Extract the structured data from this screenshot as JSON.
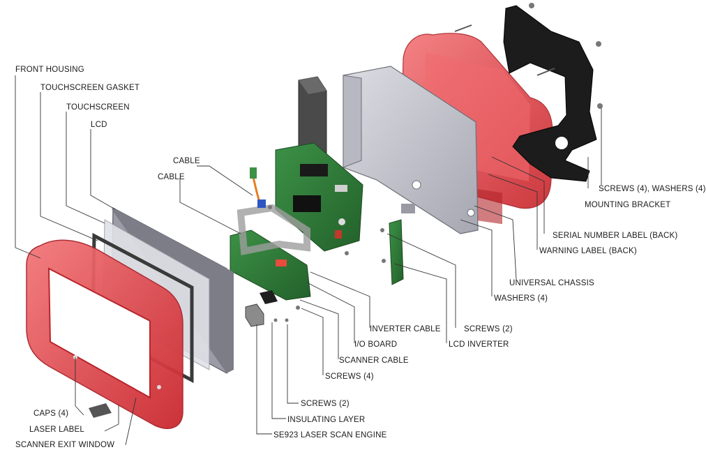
{
  "labels": {
    "front_housing": "FRONT HOUSING",
    "touchscreen_gasket": "TOUCHSCREEN GASKET",
    "touchscreen": "TOUCHSCREEN",
    "lcd": "LCD",
    "cable_1": "CABLE",
    "cable_2": "CABLE",
    "caps": "CAPS (4)",
    "laser_label": "LASER LABEL",
    "scanner_exit_window": "SCANNER EXIT WINDOW",
    "screws_washers": "SCREWS (4), WASHERS (4)",
    "mounting_bracket": "MOUNTING BRACKET",
    "serial_number_label": "SERIAL NUMBER LABEL (BACK)",
    "warning_label": "WARNING LABEL (BACK)",
    "universal_chassis": "UNIVERSAL CHASSIS",
    "washers": "WASHERS (4)",
    "screws_2_inverter": "SCREWS (2)",
    "lcd_inverter": "LCD INVERTER",
    "inverter_cable": "INVERTER CABLE",
    "io_board": "I/O BOARD",
    "scanner_cable": "SCANNER CABLE",
    "screws_4_board": "SCREWS (4)",
    "screws_2_engine": "SCREWS (2)",
    "insulating_layer": "INSULATING LAYER",
    "scan_engine": "SE923 LASER SCAN ENGINE"
  },
  "colors": {
    "housing_red": "#e8454a",
    "housing_red_dark": "#b8252b",
    "chassis_gray": "#c9c9d2",
    "bracket_black": "#1c1c1c",
    "pcb_green": "#2f7a38",
    "leader_line": "#333333"
  }
}
